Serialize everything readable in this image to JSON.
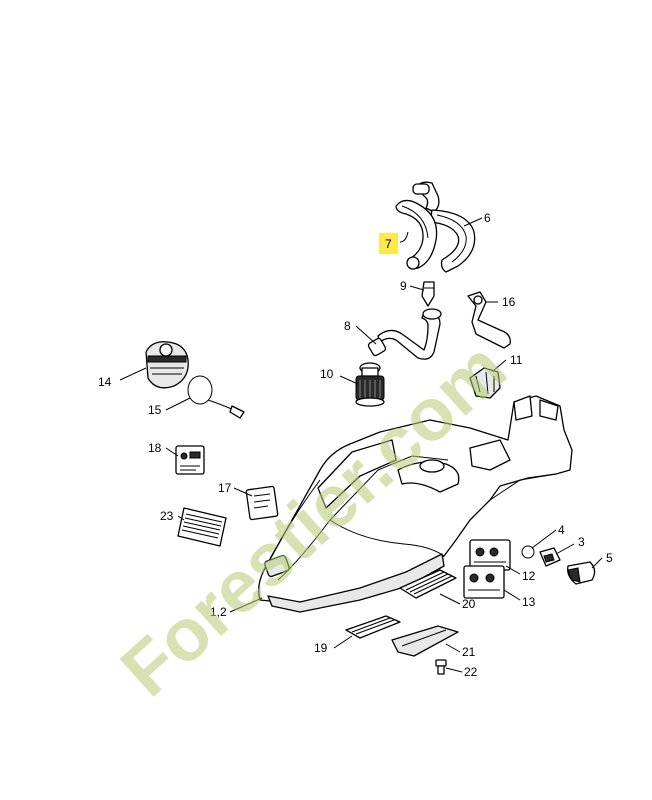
{
  "callouts": [
    {
      "id": "c7",
      "text": "7",
      "highlight": "#ffe84a"
    },
    {
      "id": "c6",
      "text": "6"
    },
    {
      "id": "c9",
      "text": "9"
    },
    {
      "id": "c16",
      "text": "16"
    },
    {
      "id": "c8",
      "text": "8"
    },
    {
      "id": "c11",
      "text": "11"
    },
    {
      "id": "c14",
      "text": "14"
    },
    {
      "id": "c10",
      "text": "10"
    },
    {
      "id": "c15",
      "text": "15"
    },
    {
      "id": "c18",
      "text": "18"
    },
    {
      "id": "c17",
      "text": "17"
    },
    {
      "id": "c23",
      "text": "23"
    },
    {
      "id": "c4",
      "text": "4"
    },
    {
      "id": "c3",
      "text": "3"
    },
    {
      "id": "c5",
      "text": "5"
    },
    {
      "id": "c12",
      "text": "12"
    },
    {
      "id": "c13",
      "text": "13"
    },
    {
      "id": "c1_2",
      "text": "1,2"
    },
    {
      "id": "c20",
      "text": "20"
    },
    {
      "id": "c19",
      "text": "19"
    },
    {
      "id": "c21",
      "text": "21"
    },
    {
      "id": "c22",
      "text": "22"
    }
  ],
  "watermark": {
    "text": "Forestier.com",
    "color": "#b5cc73",
    "accent": "#f0b050"
  }
}
